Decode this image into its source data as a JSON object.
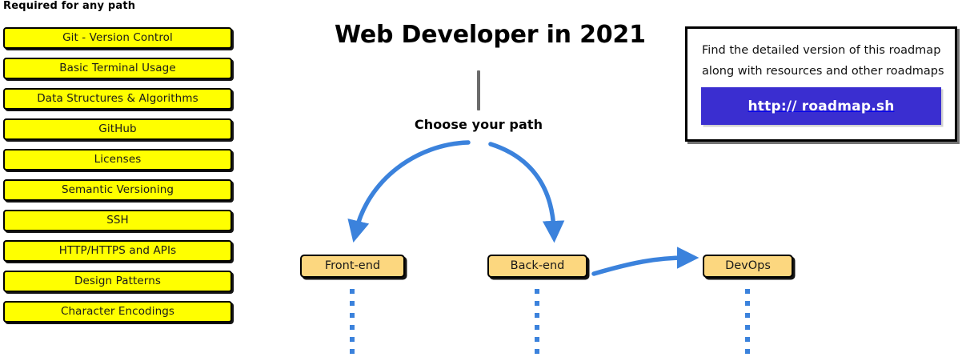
{
  "sidebar": {
    "title": "Required for any path",
    "items": [
      {
        "label": "Git - Version Control"
      },
      {
        "label": "Basic Terminal Usage"
      },
      {
        "label": "Data Structures & Algorithms"
      },
      {
        "label": "GitHub"
      },
      {
        "label": "Licenses"
      },
      {
        "label": "Semantic Versioning"
      },
      {
        "label": "SSH"
      },
      {
        "label": "HTTP/HTTPS and APIs"
      },
      {
        "label": "Design Patterns"
      },
      {
        "label": "Character Encodings"
      }
    ]
  },
  "main": {
    "title": "Web Developer in 2021",
    "choose_label": "Choose your path",
    "nodes": [
      {
        "id": "frontend",
        "label": "Front-end"
      },
      {
        "id": "backend",
        "label": "Back-end"
      },
      {
        "id": "devops",
        "label": "DevOps"
      }
    ]
  },
  "promo": {
    "line1": "Find the detailed version of this roadmap",
    "line2": "along with resources and other roadmaps",
    "button_label": "http:// roadmap.sh"
  },
  "colors": {
    "required_box_fill": "#ffff00",
    "path_node_fill": "#fcd77f",
    "arrow_blue": "#3b82dc",
    "promo_button_bg": "#3a2ed0",
    "stem_gray": "#6b6b6b",
    "outline_black": "#000000"
  }
}
